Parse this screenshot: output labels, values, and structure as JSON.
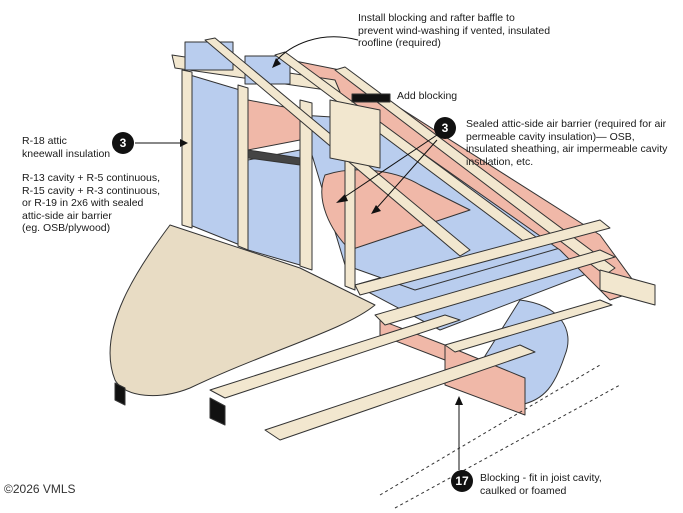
{
  "labels": {
    "top_blocking": "Install blocking and rafter baffle to\nprevent wind-washing if vented, insulated\nroofline (required)",
    "add_blocking": "Add blocking",
    "kneewall_title": "R-18 attic\nkneewall insulation",
    "kneewall_options": "R-13 cavity + R-5 continuous,\nR-15 cavity + R-3 continuous,\nor R-19 in 2x6 with sealed\nattic-side air barrier\n(eg. OSB/plywood)",
    "air_barrier": "Sealed attic-side air barrier (required for air\npermeable cavity insulation)— OSB,\ninsulated sheathing, air impermeable cavity\ninsulation, etc.",
    "joist_blocking": "Blocking - fit in joist cavity,\ncaulked or foamed"
  },
  "badges": {
    "kneewall": "3",
    "air_barrier": "3",
    "joist_blocking": "17"
  },
  "copyright": "©2026 VMLS",
  "colors": {
    "wood": "#f2e7cf",
    "insulation_blue": "#b9cdee",
    "pink_barrier": "#f0b8a8",
    "floor_beige": "#e8dcc4",
    "outline": "#333333"
  }
}
